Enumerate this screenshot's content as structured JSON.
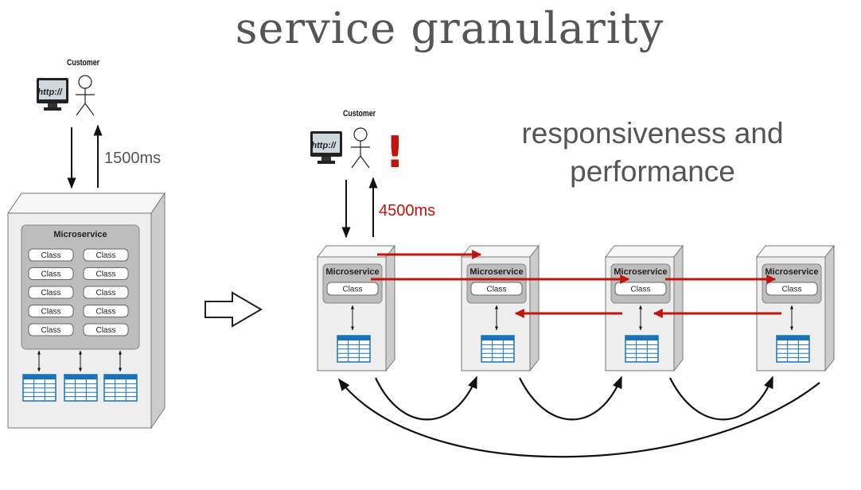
{
  "title": "service granularity",
  "subtitle_line1": "responsiveness and",
  "subtitle_line2": "performance",
  "left": {
    "customer_label": "Customer",
    "url_icon_text": "http://",
    "response_time": "1500ms",
    "microservice_label": "Microservice",
    "class_label": "Class",
    "class_count": 10,
    "database_count": 3
  },
  "right": {
    "customer_label": "Customer",
    "url_icon_text": "http://",
    "response_time": "4500ms",
    "alert_mark": "!",
    "services": [
      {
        "label": "Microservice",
        "class_label": "Class"
      },
      {
        "label": "Microservice",
        "class_label": "Class"
      },
      {
        "label": "Microservice",
        "class_label": "Class"
      },
      {
        "label": "Microservice",
        "class_label": "Class"
      }
    ]
  },
  "colors": {
    "text_gray": "#555555",
    "alert_red": "#c0150e",
    "server_fill": "#eeeeee",
    "inner_fill": "#bdbdbd",
    "db_blue": "#1a73b8"
  }
}
